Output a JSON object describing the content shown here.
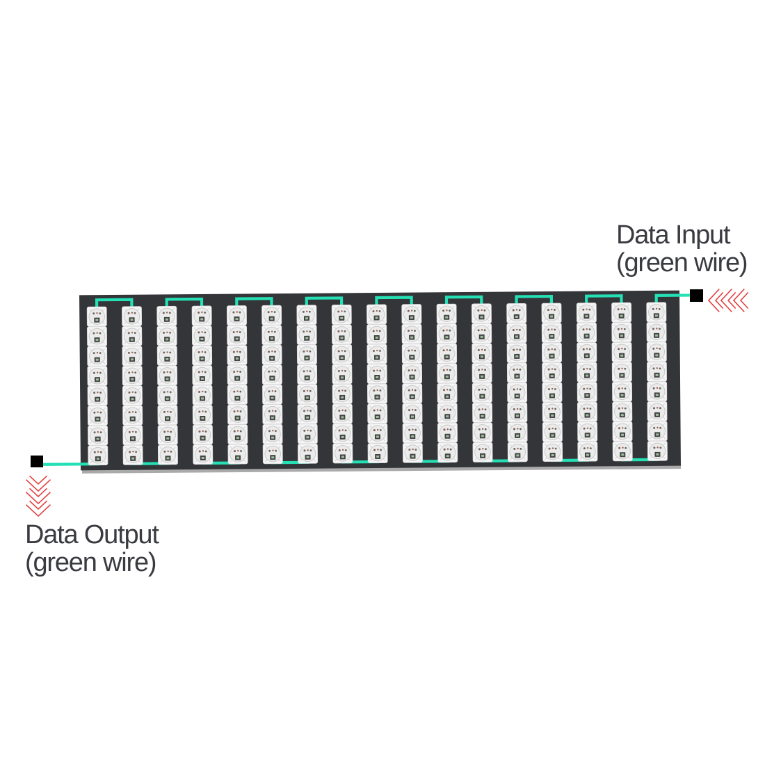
{
  "labels": {
    "input": {
      "line1": "Data Input",
      "line2": "(green wire)"
    },
    "output": {
      "line1": "Data Output",
      "line2": "(green wire)"
    }
  },
  "panel": {
    "columns": 17,
    "rows": 8,
    "led_total": 136,
    "wiring": "serpentine",
    "data_flow": "input top-right, output bottom-left",
    "colors": {
      "board": "#343539",
      "board_edge": "#aaaaaa",
      "wire": "#24E0B4",
      "led_body": "#f5f5f5",
      "led_body_border": "#d9d9d9",
      "led_lens": "#ebebeb",
      "led_lens_ring": "#c9c9c9",
      "led_notch": "#d4d4d4",
      "led_dot_left": "#6f665c",
      "led_dot_mid": "#a85a4e",
      "led_dot_right": "#5e6a60",
      "led_chip": "#454545",
      "led_chip_core": "#9fbf9f",
      "connector": "#000000",
      "chevron": "#e23d3d",
      "text": "#3a3b40"
    }
  }
}
